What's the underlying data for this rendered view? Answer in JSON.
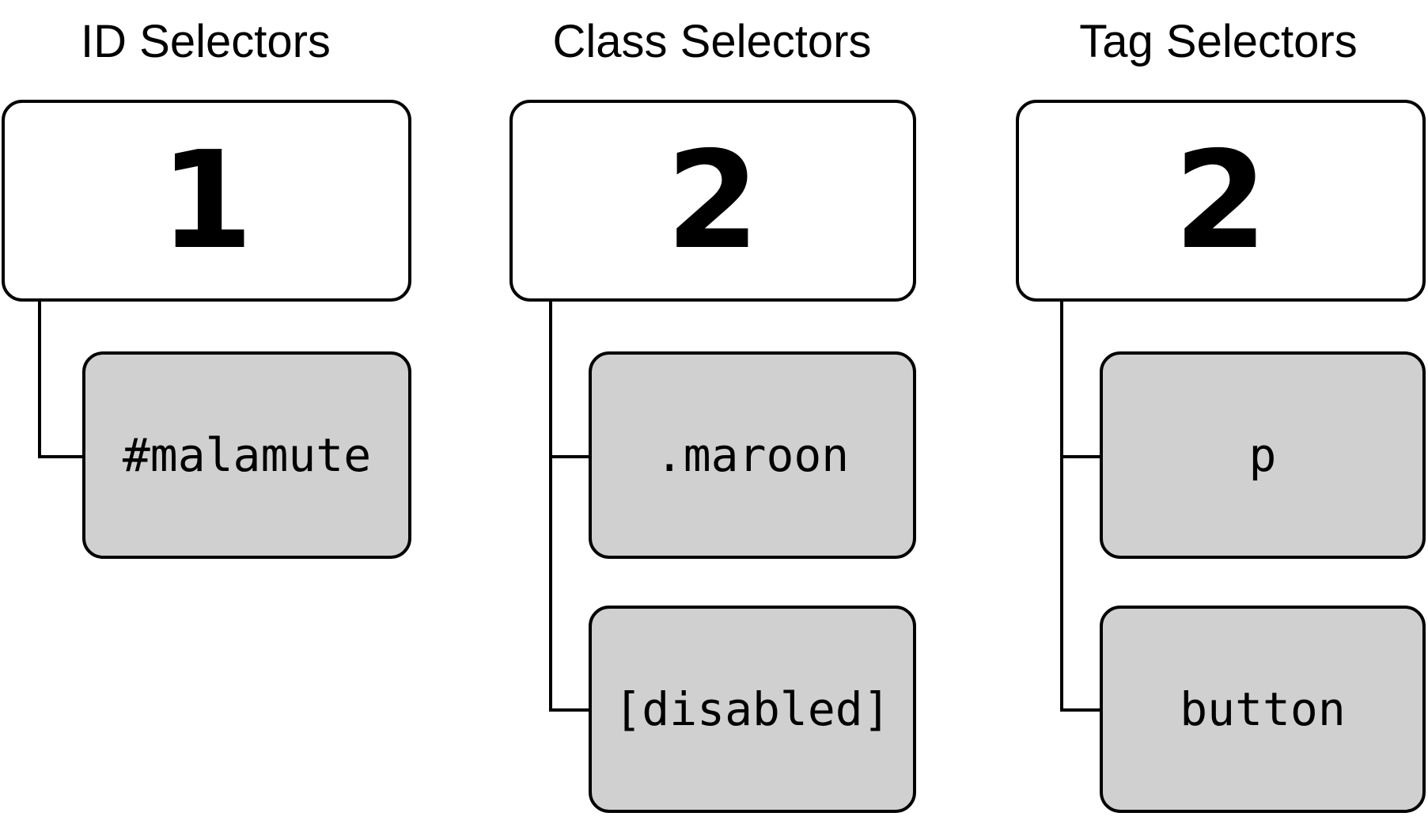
{
  "columns": [
    {
      "heading": "ID Selectors",
      "count": "1",
      "selectors": [
        "#malamute"
      ]
    },
    {
      "heading": "Class Selectors",
      "count": "2",
      "selectors": [
        ".maroon",
        "[disabled]"
      ]
    },
    {
      "heading": "Tag Selectors",
      "count": "2",
      "selectors": [
        "p",
        "button"
      ]
    }
  ],
  "colors": {
    "count_box_fill": "#ffffff",
    "selector_box_fill": "#d0d0d0",
    "stroke": "#000000"
  }
}
